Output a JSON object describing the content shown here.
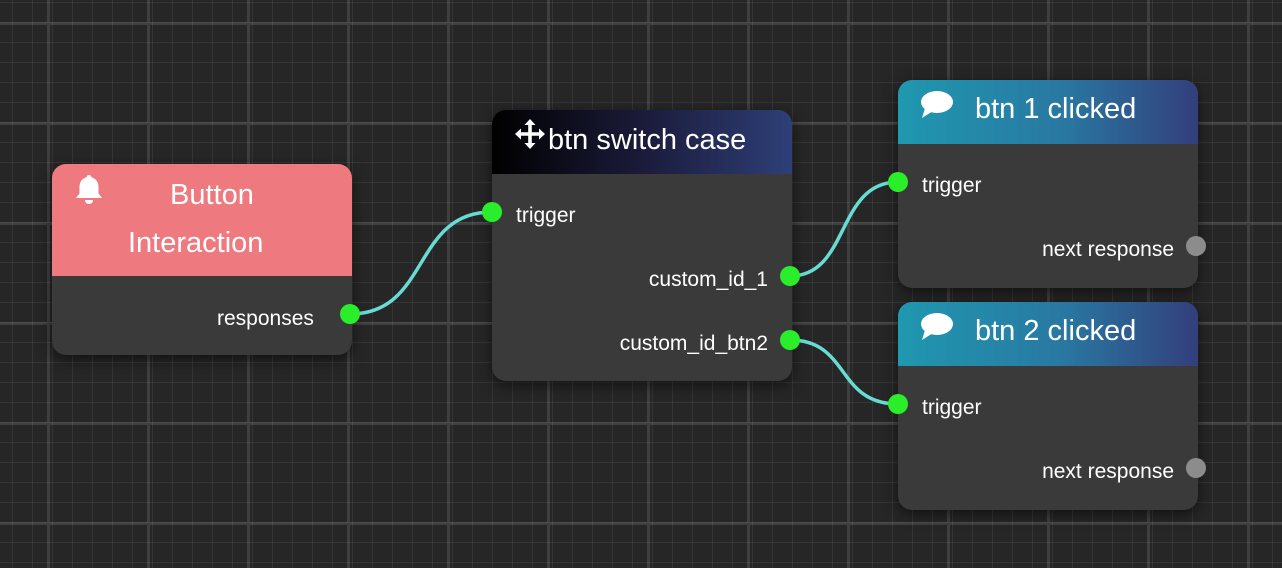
{
  "canvas": {
    "background_color": "#262626",
    "connection_color": "#68dcd3",
    "port_connected_color": "#2bee2b",
    "port_unconnected_color": "#8c8c8c"
  },
  "nodes": {
    "button_interaction": {
      "title_line1": "Button",
      "title_line2": "Interaction",
      "icon": "bell-icon",
      "header_color": "#ee7a80",
      "outputs": [
        {
          "label": "responses",
          "connected": true
        }
      ]
    },
    "switch_case": {
      "title": "btn switch case",
      "icon": "move-icon",
      "header_gradient": [
        "#000000",
        "#2e3f78"
      ],
      "inputs": [
        {
          "label": "trigger",
          "connected": true
        }
      ],
      "outputs": [
        {
          "label": "custom_id_1",
          "connected": true
        },
        {
          "label": "custom_id_btn2",
          "connected": true
        }
      ]
    },
    "btn1": {
      "title": "btn 1 clicked",
      "icon": "chat-bubble-icon",
      "header_gradient": [
        "#1f98b0",
        "#333f7c"
      ],
      "inputs": [
        {
          "label": "trigger",
          "connected": true
        }
      ],
      "outputs": [
        {
          "label": "next response",
          "connected": false
        }
      ]
    },
    "btn2": {
      "title": "btn 2 clicked",
      "icon": "chat-bubble-icon",
      "header_gradient": [
        "#1f98b0",
        "#333f7c"
      ],
      "inputs": [
        {
          "label": "trigger",
          "connected": true
        }
      ],
      "outputs": [
        {
          "label": "next response",
          "connected": false
        }
      ]
    }
  }
}
